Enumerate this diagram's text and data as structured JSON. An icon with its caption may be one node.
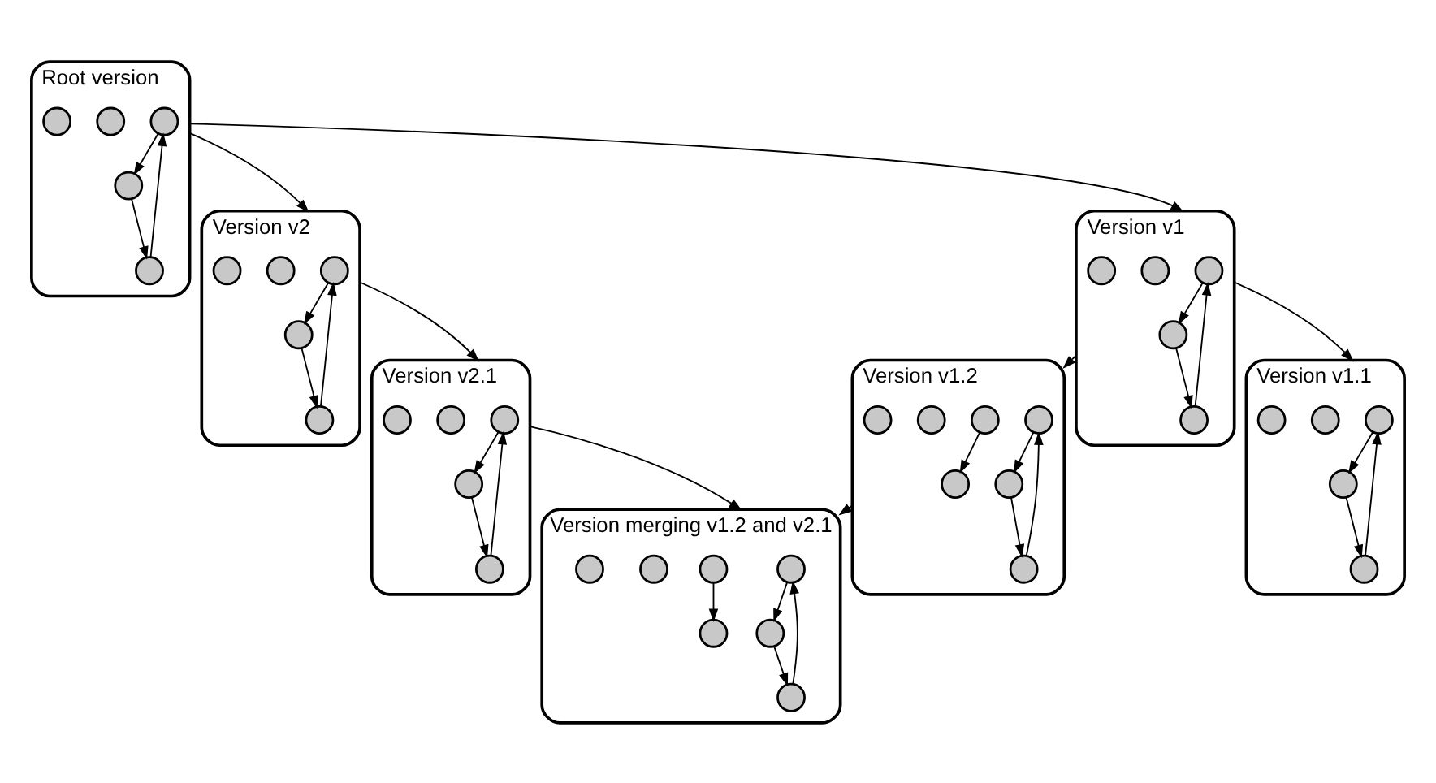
{
  "diagram": {
    "nodes": [
      {
        "text": [
          "Root version"
        ]
      },
      {
        "text": [],
        "shape": "circle",
        "in": 0
      },
      {
        "text": [],
        "shape": "circle",
        "in": 0
      },
      {
        "text": [],
        "shape": "circle",
        "in": 0
      },
      {
        "text": [],
        "shape": "circle",
        "in": 0
      },
      {
        "text": [],
        "shape": "circle",
        "in": 0
      },
      {
        "text": [
          "Version v2"
        ]
      },
      {
        "text": [],
        "shape": "circle",
        "in": 6
      },
      {
        "text": [],
        "shape": "circle",
        "in": 6
      },
      {
        "text": [],
        "shape": "circle",
        "in": 6
      },
      {
        "text": [],
        "shape": "circle",
        "in": 6
      },
      {
        "text": [],
        "shape": "circle",
        "in": 6
      },
      {
        "text": [
          "Version v1"
        ]
      },
      {
        "text": [],
        "shape": "circle",
        "in": 12
      },
      {
        "text": [],
        "shape": "circle",
        "in": 12
      },
      {
        "text": [],
        "shape": "circle",
        "in": 12
      },
      {
        "text": [],
        "shape": "circle",
        "in": 12
      },
      {
        "text": [],
        "shape": "circle",
        "in": 12
      },
      {
        "text": [
          "Version v2.1"
        ]
      },
      {
        "text": [],
        "shape": "circle",
        "in": 18
      },
      {
        "text": [],
        "shape": "circle",
        "in": 18
      },
      {
        "text": [],
        "shape": "circle",
        "in": 18
      },
      {
        "text": [],
        "shape": "circle",
        "in": 18
      },
      {
        "text": [],
        "shape": "circle",
        "in": 18
      },
      {
        "text": [
          "Version v1.2"
        ]
      },
      {
        "text": [],
        "shape": "circle",
        "in": 24
      },
      {
        "text": [],
        "shape": "circle",
        "in": 24
      },
      {
        "text": [],
        "shape": "circle",
        "in": 24
      },
      {
        "text": [],
        "shape": "circle",
        "in": 24
      },
      {
        "text": [],
        "shape": "circle",
        "in": 24
      },
      {
        "text": [],
        "shape": "circle",
        "in": 24
      },
      {
        "text": [],
        "shape": "circle",
        "in": 24
      },
      {
        "text": [
          "Version merging v1.2 and v2.1"
        ]
      },
      {
        "text": [],
        "shape": "circle",
        "in": 32
      },
      {
        "text": [],
        "shape": "circle",
        "in": 32
      },
      {
        "text": [],
        "shape": "circle",
        "in": 32
      },
      {
        "text": [],
        "shape": "circle",
        "in": 32
      },
      {
        "text": [],
        "shape": "circle",
        "in": 32
      },
      {
        "text": [],
        "shape": "circle",
        "in": 32
      },
      {
        "text": [],
        "shape": "circle",
        "in": 32
      },
      {
        "text": [
          "Version v1.1"
        ]
      },
      {
        "text": [],
        "shape": "circle",
        "in": 40
      },
      {
        "text": [],
        "shape": "circle",
        "in": 40
      },
      {
        "text": [],
        "shape": "circle",
        "in": 40
      },
      {
        "text": [],
        "shape": "circle",
        "in": 40
      },
      {
        "text": [],
        "shape": "circle",
        "in": 40
      }
    ],
    "edges": [
      {
        "from": 0,
        "to": 12,
        "arrow": "to"
      },
      {
        "from": 0,
        "to": 6,
        "arrow": "to"
      },
      {
        "from": 6,
        "to": 18,
        "arrow": "to"
      },
      {
        "from": 12,
        "to": 24,
        "arrow": "to"
      },
      {
        "from": 12,
        "to": 40,
        "arrow": "to"
      },
      {
        "from": 24,
        "to": 32,
        "arrow": "to"
      },
      {
        "from": 18,
        "to": 32,
        "arrow": "to"
      },
      {
        "from": 2,
        "to": 1,
        "arrow": "to"
      },
      {
        "from": 1,
        "to": 3,
        "arrow": "to"
      },
      {
        "from": 3,
        "to": 2,
        "arrow": "to"
      },
      {
        "from": 8,
        "to": 7,
        "arrow": "to"
      },
      {
        "from": 7,
        "to": 9,
        "arrow": "to"
      },
      {
        "from": 9,
        "to": 8,
        "arrow": "to"
      },
      {
        "from": 14,
        "to": 13,
        "arrow": "to"
      },
      {
        "from": 13,
        "to": 15,
        "arrow": "to"
      },
      {
        "from": 15,
        "to": 14,
        "arrow": "to"
      },
      {
        "from": 20,
        "to": 19,
        "arrow": "to"
      },
      {
        "from": 19,
        "to": 21,
        "arrow": "to"
      },
      {
        "from": 21,
        "to": 20,
        "arrow": "to"
      },
      {
        "from": 27,
        "to": 25,
        "arrow": "to"
      },
      {
        "from": 25,
        "to": 28,
        "arrow": "to"
      },
      {
        "from": 28,
        "to": 27,
        "arrow": "to"
      },
      {
        "from": 26,
        "to": 29,
        "arrow": "to"
      },
      {
        "from": 35,
        "to": 33,
        "arrow": "to"
      },
      {
        "from": 33,
        "to": 36,
        "arrow": "to"
      },
      {
        "from": 36,
        "to": 35,
        "arrow": "to"
      },
      {
        "from": 34,
        "to": 37,
        "arrow": "to"
      },
      {
        "from": 42,
        "to": 41,
        "arrow": "to"
      },
      {
        "from": 41,
        "to": 43,
        "arrow": "to"
      },
      {
        "from": 43,
        "to": 42,
        "arrow": "to"
      }
    ]
  }
}
